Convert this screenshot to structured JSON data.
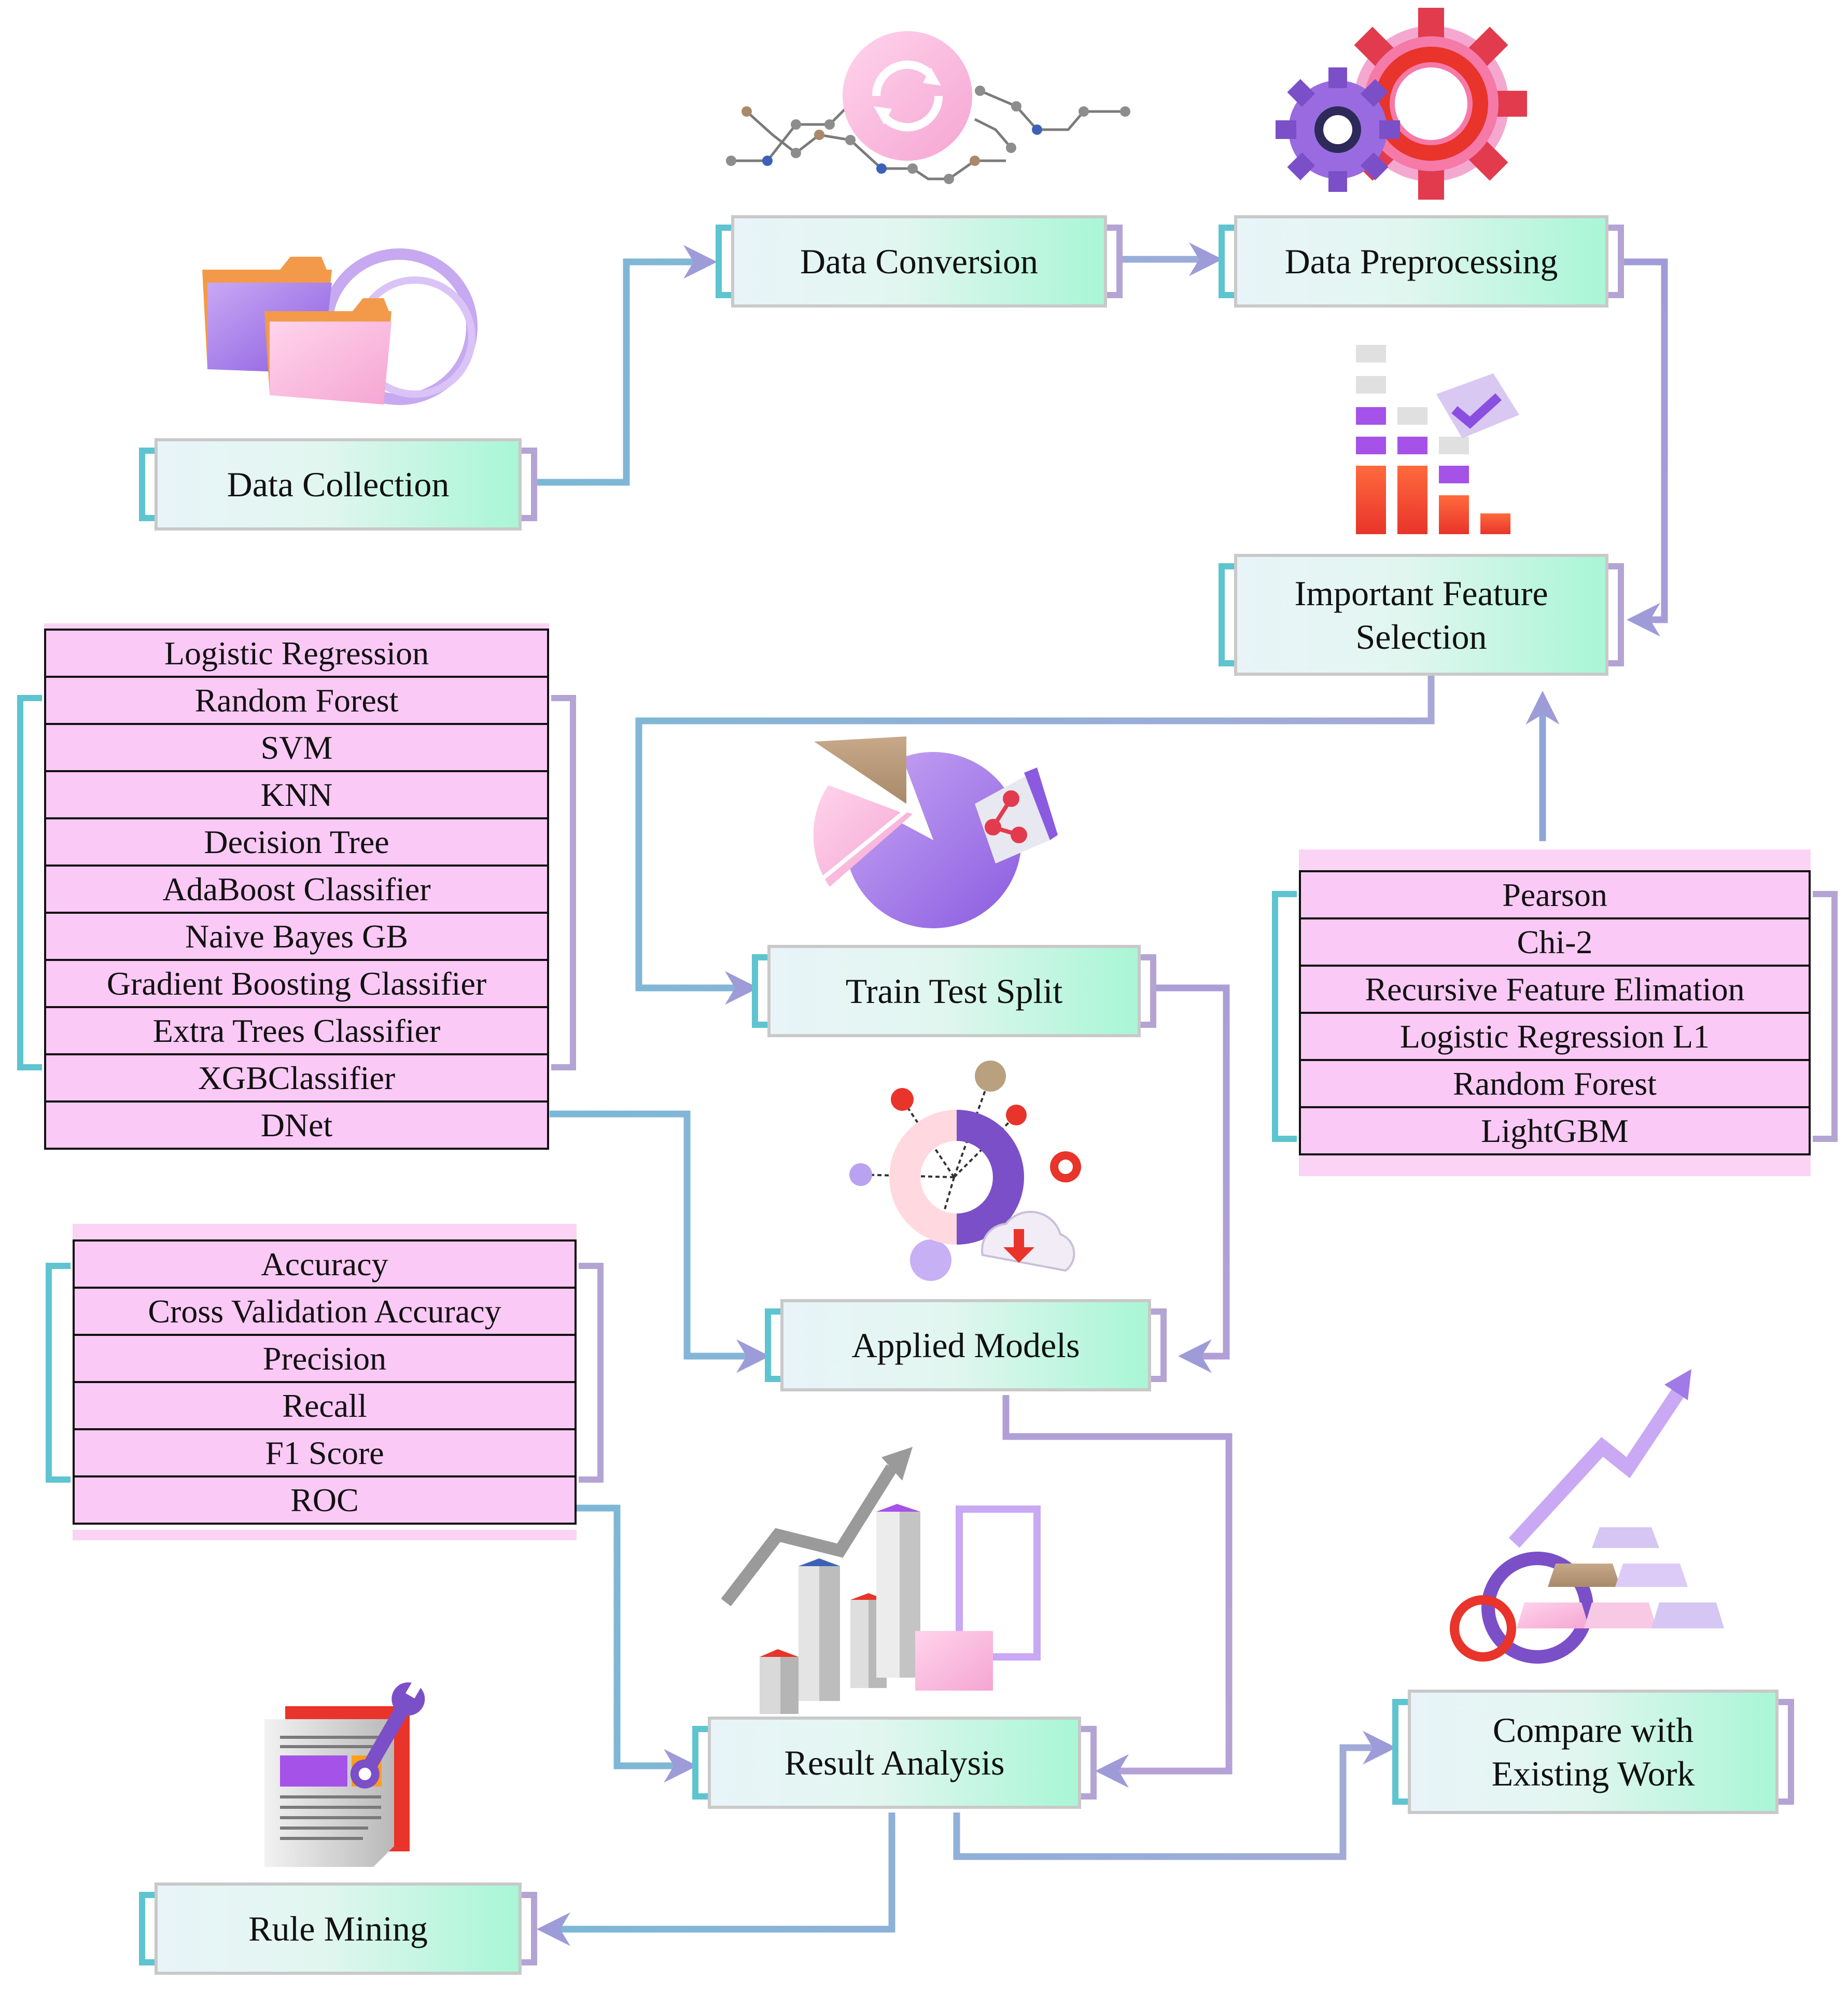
{
  "nodes": {
    "data_collection": "Data Collection",
    "data_conversion": "Data Conversion",
    "data_preprocessing": "Data Preprocessing",
    "feature_selection": "Important Feature Selection",
    "train_test_split": "Train Test Split",
    "applied_models": "Applied Models",
    "result_analysis": "Result Analysis",
    "compare_existing": "Compare with Existing Work",
    "rule_mining": "Rule Mining"
  },
  "models": [
    "Logistic Regression",
    "Random Forest",
    "SVM",
    "KNN",
    "Decision Tree",
    "AdaBoost Classifier",
    "Naive Bayes GB",
    "Gradient Boosting Classifier",
    "Extra Trees Classifier",
    "XGBClassifier",
    "DNet"
  ],
  "feature_methods": [
    "Pearson",
    "Chi-2",
    "Recursive Feature Elimation",
    "Logistic Regression L1",
    "Random Forest",
    "LightGBM"
  ],
  "metrics": [
    "Accuracy",
    "Cross Validation Accuracy",
    "Precision",
    "Recall",
    "F1 Score",
    "ROC"
  ],
  "colors": {
    "box_gradient_start": "#e8f4f8",
    "box_gradient_end": "#a9f6d6",
    "list_fill": "#fbc9f6",
    "bracket_teal": "#5ec4d0",
    "bracket_lavender": "#b4a4d4",
    "arrow_start": "#5ec4d0",
    "arrow_end": "#b4a4d4"
  },
  "icons": [
    "folder-icon",
    "sync-network-icon",
    "gears-icon",
    "bar-chart-check-icon",
    "pie-chart-share-icon",
    "network-cloud-icon",
    "3d-bar-chart-icon",
    "ring-gold-bars-growth-icon",
    "document-wrench-icon"
  ]
}
